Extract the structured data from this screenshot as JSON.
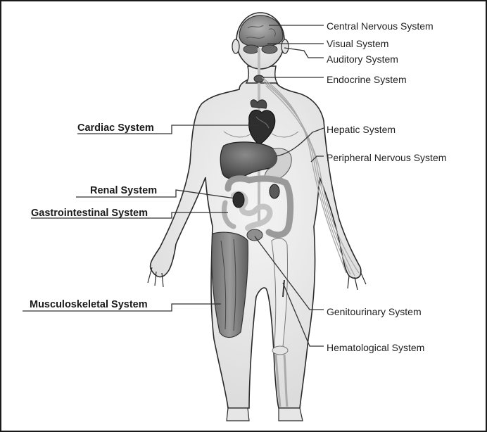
{
  "labels": {
    "central_nervous_system": "Central Nervous System",
    "visual_system": "Visual System",
    "auditory_system": "Auditory System",
    "endocrine_system": "Endocrine System",
    "hepatic_system": "Hepatic System",
    "peripheral_nervous_system": "Peripheral Nervous System",
    "genitourinary_system": "Genitourinary System",
    "hematological_system": "Hematological System",
    "cardiac_system": "Cardiac System",
    "renal_system": "Renal System",
    "gastrointestinal_system": "Gastrointestinal System",
    "musculoskeletal_system": "Musculoskeletal System"
  }
}
